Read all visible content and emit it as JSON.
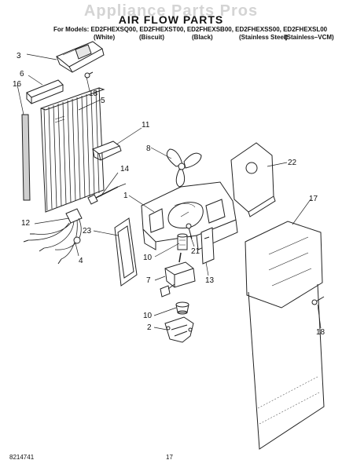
{
  "watermark": "Appliance Parts Pros",
  "title": "AIR FLOW PARTS",
  "models_line": "For Models: ED2FHEXSQ00, ED2FHEXST00, ED2FHEXSB00, ED2FHEXSS00, ED2FHEXSL00",
  "variants": [
    "(White)",
    "(Biscuit)",
    "(Black)",
    "(Stainless Steel)",
    "(Stainless–VCM)"
  ],
  "callouts": {
    "c1": "1",
    "c2": "2",
    "c3": "3",
    "c4": "4",
    "c5": "5",
    "c6": "6",
    "c7": "7",
    "c8": "8",
    "c10a": "10",
    "c10b": "10",
    "c11": "11",
    "c12": "12",
    "c13": "13",
    "c14": "14",
    "c16": "16",
    "c17": "17",
    "c18a": "18",
    "c18b": "18",
    "c21": "21",
    "c22": "22",
    "c23": "23"
  },
  "footer": {
    "doc_number": "8214741",
    "page_number": "17"
  }
}
